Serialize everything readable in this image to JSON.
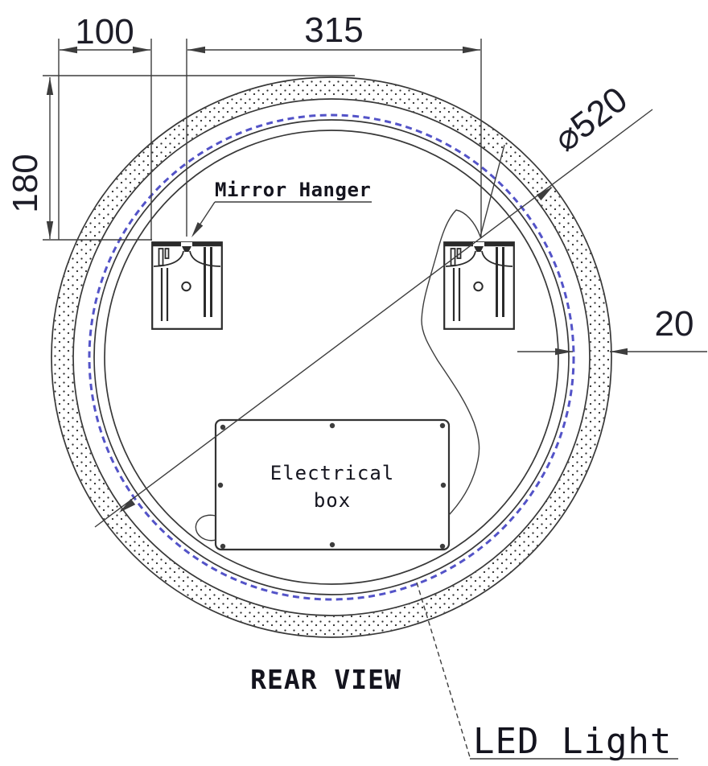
{
  "drawing": {
    "view_label": "REAR VIEW",
    "dimensions": {
      "hanger_offset": "100",
      "hanger_spacing": "315",
      "hanger_drop": "180",
      "frame_width": "20",
      "diameter": "⌀520"
    },
    "labels": {
      "mirror_hanger": "Mirror Hanger",
      "electrical_box_line1": "Electrical",
      "electrical_box_line2": "box",
      "led_light": "LED Light"
    },
    "colors": {
      "line": "#3d3d3d",
      "text": "#1d1d28",
      "led": "#5353c8",
      "background": "#ffffff"
    }
  }
}
